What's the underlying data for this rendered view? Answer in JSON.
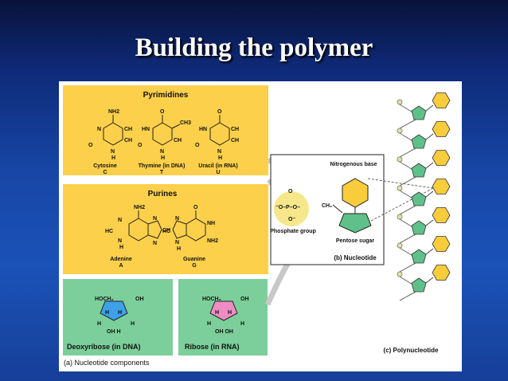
{
  "slide": {
    "title": "Building the polymer"
  },
  "panel_a": {
    "caption": "(a) Nucleotide components",
    "pyrimidines": {
      "title": "Pyrimidines",
      "bases": [
        {
          "name": "Cytosine",
          "letter": "C"
        },
        {
          "name": "Thymine (in DNA)",
          "letter": "T"
        },
        {
          "name": "Uracil (in RNA)",
          "letter": "U"
        }
      ]
    },
    "purines": {
      "title": "Purines",
      "bases": [
        {
          "name": "Adenine",
          "letter": "A"
        },
        {
          "name": "Guanine",
          "letter": "G"
        }
      ]
    },
    "sugars": [
      {
        "label": "Deoxyribose (in DNA)",
        "top_group": "HOCH₂",
        "oh": "OH",
        "bottom": "OH  H",
        "color": "#3da0e8"
      },
      {
        "label": "Ribose (in RNA)",
        "top_group": "HOCH₂",
        "oh": "OH",
        "bottom": "OH  OH",
        "color": "#f08cc4"
      }
    ]
  },
  "panel_b": {
    "caption": "(b) Nucleotide",
    "nitrogenous_base": "Nitrogenous base",
    "phosphate_group": "Phosphate group",
    "pentose_sugar": "Pentose sugar",
    "ch2": "CH₂"
  },
  "panel_c": {
    "caption": "(c) Polynucleotide"
  },
  "colors": {
    "base_yellow": "#f9cc3c",
    "sugar_green": "#5fc08a",
    "panel_yellow": "#fcd04a",
    "panel_green": "#7ccf9a",
    "phosphate_yellow": "#f6e88a"
  }
}
